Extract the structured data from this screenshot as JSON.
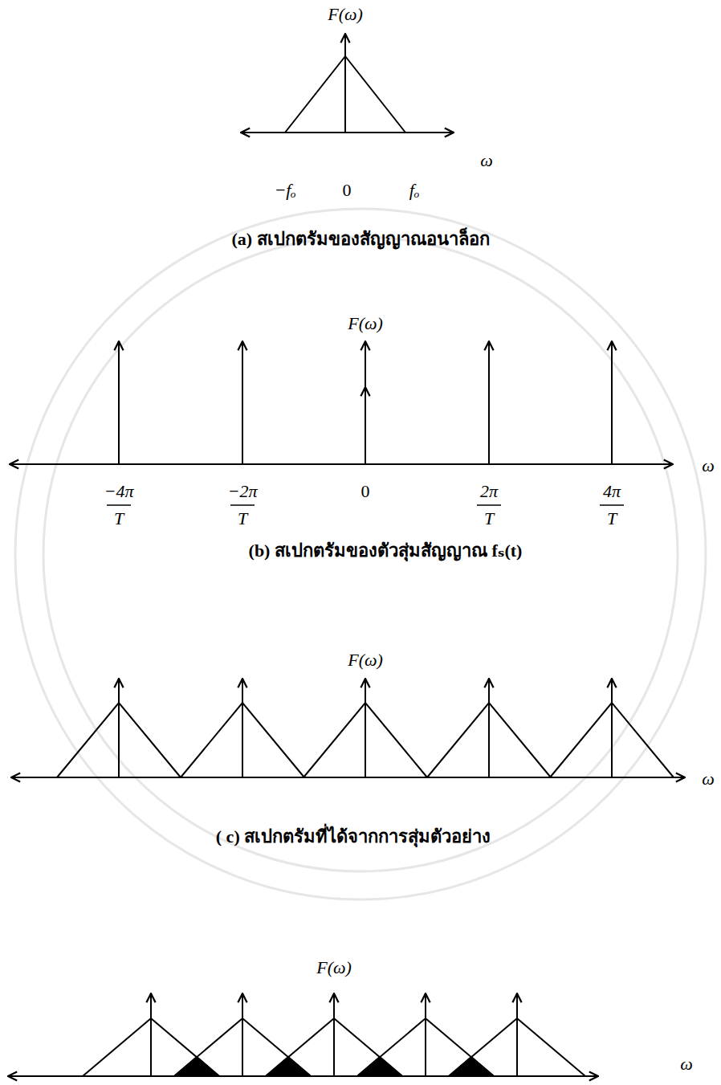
{
  "diagram": {
    "labels": [
      "F(ω)",
      "ω",
      "−fₒ",
      "0",
      "fₒ",
      "(a) สเปกตรัมของสัญญาณอนาล็อก",
      "F(ω)",
      "ω",
      "−4π",
      "T",
      "−2π",
      "T",
      "0",
      "2π",
      "T",
      "4π",
      "T",
      "(b) สเปกตรัมของตัวสุ่มสัญญาณ fₛ(t)",
      "F(ω)",
      "ω",
      "( c) สเปกตรัมที่ได้จากการสุ่มตัวอย่าง",
      "F(ω)",
      "ω"
    ]
  }
}
